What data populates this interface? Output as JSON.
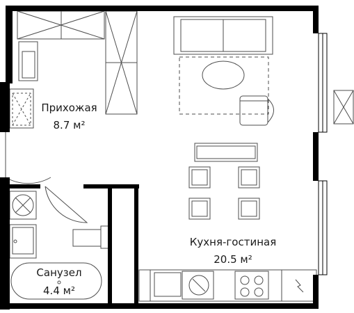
{
  "rooms": [
    {
      "id": "hallway",
      "name": "Прихожая",
      "area": "8.7 м²"
    },
    {
      "id": "bathroom",
      "name": "Санузел",
      "area": "4.4 м²"
    },
    {
      "id": "kitchen-living",
      "name": "Кухня-гостиная",
      "area": "20.5 м²"
    }
  ],
  "colors": {
    "wall": "#000000",
    "furniture": "#4d4d4d",
    "background": "#ffffff"
  }
}
